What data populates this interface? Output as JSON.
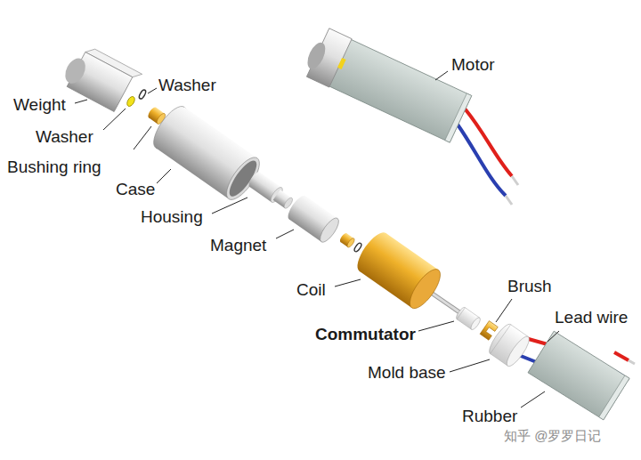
{
  "diagram": {
    "labels": [
      "Motor",
      "Weight",
      "Washer",
      "Washer",
      "Bushing ring",
      "Case",
      "Housing",
      "Magnet",
      "Coil",
      "Brush",
      "Lead wire",
      "Commutator",
      "Mold base",
      "Rubber",
      "知乎 @罗罗日记"
    ]
  }
}
